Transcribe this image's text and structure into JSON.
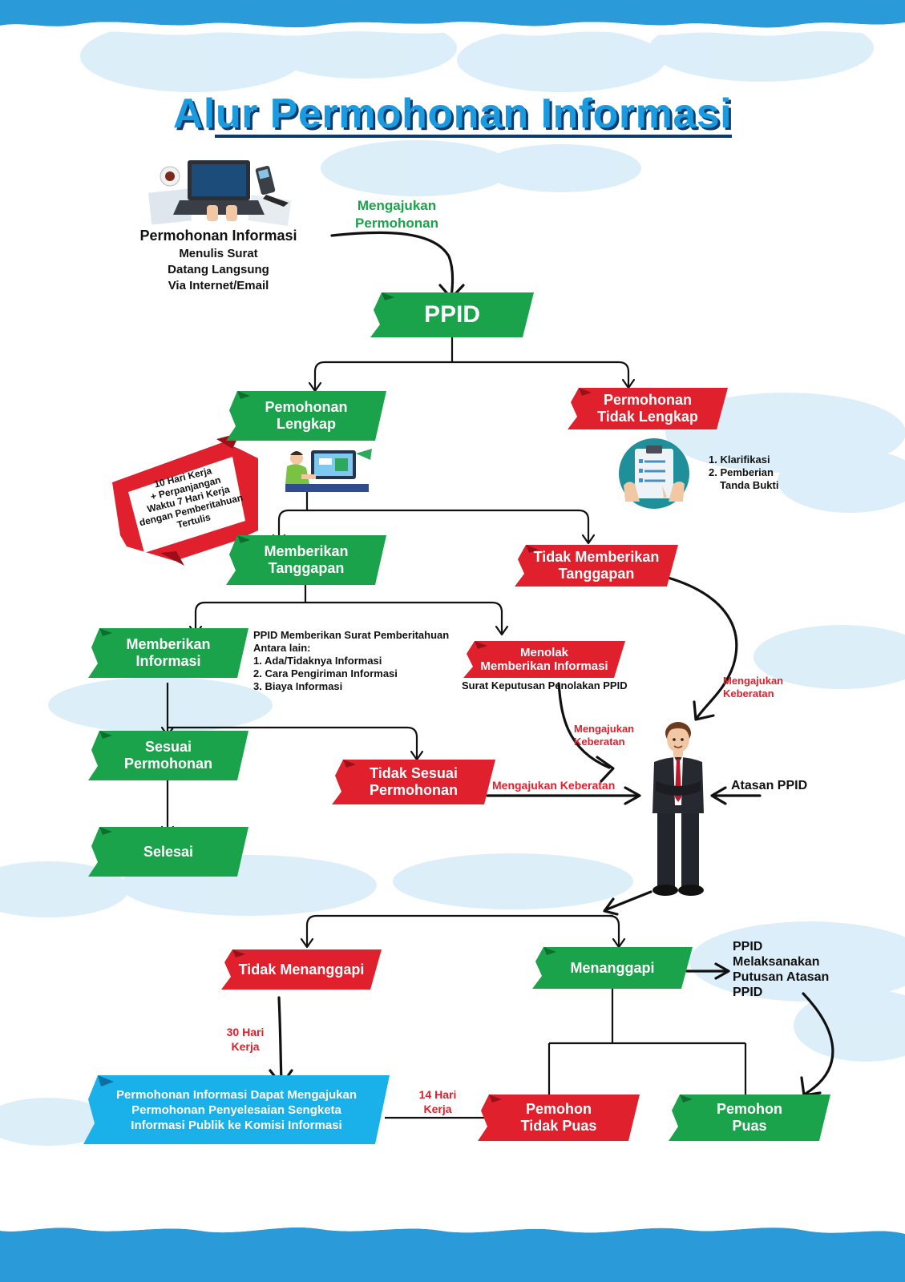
{
  "title": "Alur Permohonan Informasi",
  "start": {
    "heading": "Permohonan Informasi",
    "lines": [
      "Menulis Surat",
      "Datang Langsung",
      "Via Internet/Email"
    ]
  },
  "labels": {
    "mengajukan_permohonan": [
      "Mengajukan",
      "Permohonan"
    ],
    "mengajukan_keberatan_1": [
      "Mengajukan",
      "Keberatan"
    ],
    "mengajukan_keberatan_2": [
      "Mengajukan",
      "Keberatan"
    ],
    "mengajukan_keberatan_3": "Mengajukan Keberatan",
    "atasan_ppid": "Atasan PPID",
    "hari30": [
      "30 Hari",
      "Kerja"
    ],
    "hari14": [
      "14 Hari",
      "Kerja"
    ],
    "penolakan": "Surat Keputusan Penolakan PPID"
  },
  "nodes": {
    "ppid": "PPID",
    "lengkap": [
      "Pemohonan",
      "Lengkap"
    ],
    "tidak_lengkap": [
      "Permohonan",
      "Tidak Lengkap"
    ],
    "memberikan_tanggapan": [
      "Memberikan",
      "Tanggapan"
    ],
    "tidak_memberikan_tanggapan": [
      "Tidak Memberikan",
      "Tanggapan"
    ],
    "memberikan_informasi": [
      "Memberikan",
      "Informasi"
    ],
    "menolak": [
      "Menolak",
      "Memberikan Informasi"
    ],
    "sesuai": [
      "Sesuai",
      "Permohonan"
    ],
    "tidak_sesuai": [
      "Tidak Sesuai",
      "Permohonan"
    ],
    "selesai": "Selesai",
    "tidak_menanggapi": "Tidak Menanggapi",
    "menanggapi": "Menanggapi",
    "pemohon_tidak_puas": [
      "Pemohon",
      "Tidak Puas"
    ],
    "pemohon_puas": [
      "Pemohon",
      "Puas"
    ],
    "komisi": [
      "Permohonan Informasi Dapat Mengajukan",
      "Permohonan Penyelesaian Sengketa",
      "Informasi Publik ke Komisi Informasi"
    ]
  },
  "notes": {
    "klarifikasi": [
      "1. Klarifikasi",
      "2. Pemberian",
      "Tanda Bukti"
    ],
    "hari_kerja": [
      "10 Hari Kerja",
      "+ Perpanjangan",
      "Waktu 7 Hari Kerja",
      "dengan Pemberitahuan",
      "Tertulis"
    ],
    "surat_pemberitahuan": [
      "PPID Memberikan Surat Pemberitahuan",
      "Antara lain:",
      "1. Ada/Tidaknya Informasi",
      "2. Cara Pengiriman Informasi",
      "3. Biaya Informasi"
    ],
    "pelaksanaan": [
      "PPID",
      "Melaksanakan",
      "Putusan Atasan",
      "PPID"
    ]
  },
  "colors": {
    "green": "#1aa34a",
    "red": "#e0202d",
    "blue": "#1a9be0",
    "navy": "#0d3b6e"
  }
}
